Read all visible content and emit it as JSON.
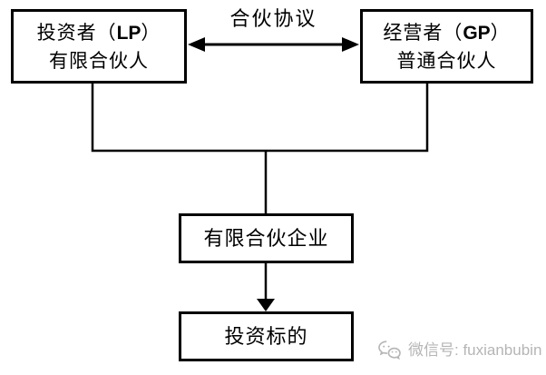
{
  "nodes": {
    "lp": {
      "prefix": "投资者（",
      "code": "LP",
      "suffix": "）",
      "line2": "有限合伙人"
    },
    "gp": {
      "prefix": "经营者（",
      "code": "GP",
      "suffix": "）",
      "line2": "普通合伙人"
    },
    "partnership": {
      "label": "有限合伙企业"
    },
    "target": {
      "label": "投资标的"
    }
  },
  "edges": {
    "agreement_label": "合伙协议"
  },
  "watermark": {
    "icon": "wechat-icon",
    "text": "微信号: fuxianbubin"
  },
  "colors": {
    "line": "#000000",
    "background": "#ffffff",
    "watermark": "#b5b5b5"
  }
}
